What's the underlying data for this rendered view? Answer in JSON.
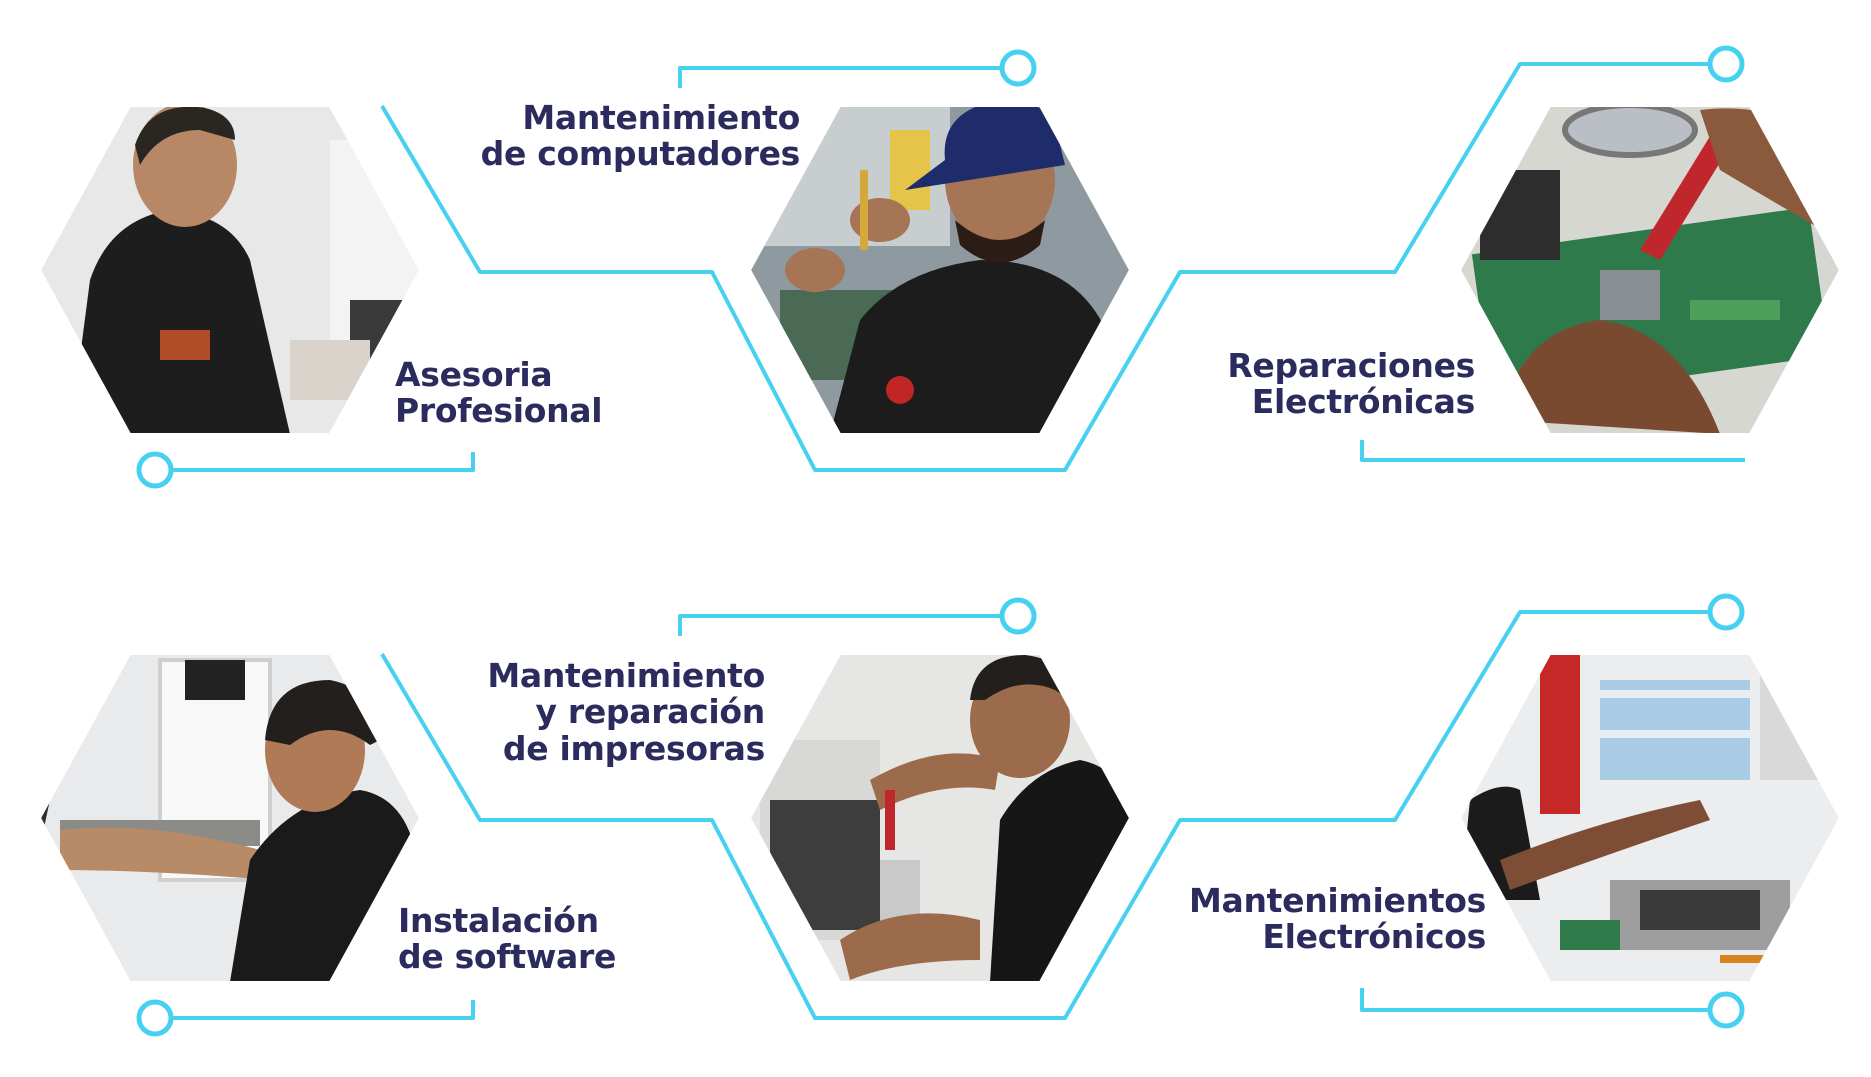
{
  "colors": {
    "accent": "#47d1f0",
    "label_text": "#2b2b5e"
  },
  "services": [
    {
      "name": "asesoria",
      "lines": [
        "Asesoria",
        "Profesional"
      ],
      "photo": "technician-at-computer"
    },
    {
      "name": "mantenimiento-computadores",
      "lines": [
        "Mantenimiento",
        "de computadores"
      ],
      "photo": "technician-repairing-laptop"
    },
    {
      "name": "reparaciones-electronicas",
      "lines": [
        "Reparaciones",
        "Electrónicas"
      ],
      "photo": "soldering-circuit-board"
    },
    {
      "name": "instalacion-software",
      "lines": [
        "Instalación",
        "de software"
      ],
      "photo": "technician-on-laptop"
    },
    {
      "name": "impresoras",
      "lines": [
        "Mantenimiento",
        "y reparación",
        "de impresoras"
      ],
      "photo": "technician-repairing-printer"
    },
    {
      "name": "mantenimientos-electronicos",
      "lines": [
        "Mantenimientos",
        "Electrónicos"
      ],
      "photo": "electronics-repair-bench"
    }
  ]
}
